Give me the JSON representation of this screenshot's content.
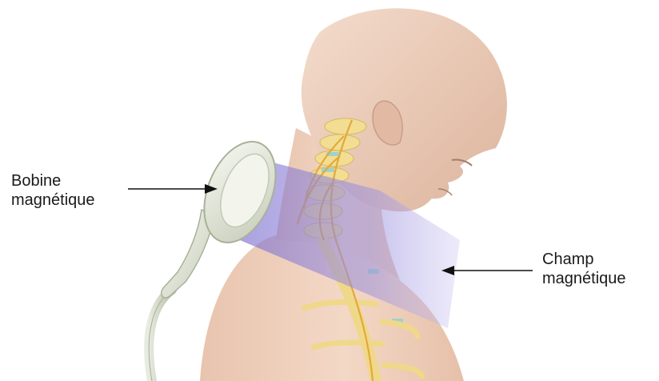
{
  "labels": {
    "coil": [
      "Bobine",
      "magnétique"
    ],
    "field": [
      "Champ",
      "magnétique"
    ]
  },
  "colors": {
    "background": "#ffffff",
    "skin": "#f0d3c1",
    "skin_shadow": "#d9b39e",
    "magnetic_field": "#8a7fd6",
    "coil_body": "#e9ede2",
    "coil_shadow": "#c9d0bf",
    "spine": "#f1d98a",
    "nerve": "#e2a93a",
    "disc": "#9fd3c9",
    "arrow": "#111111"
  },
  "figure": {
    "subject": "head-and-neck-profile",
    "device": "magnetic-stimulation-coil",
    "anatomy": [
      "cervical-spine",
      "spinal-nerves",
      "ribs"
    ]
  }
}
